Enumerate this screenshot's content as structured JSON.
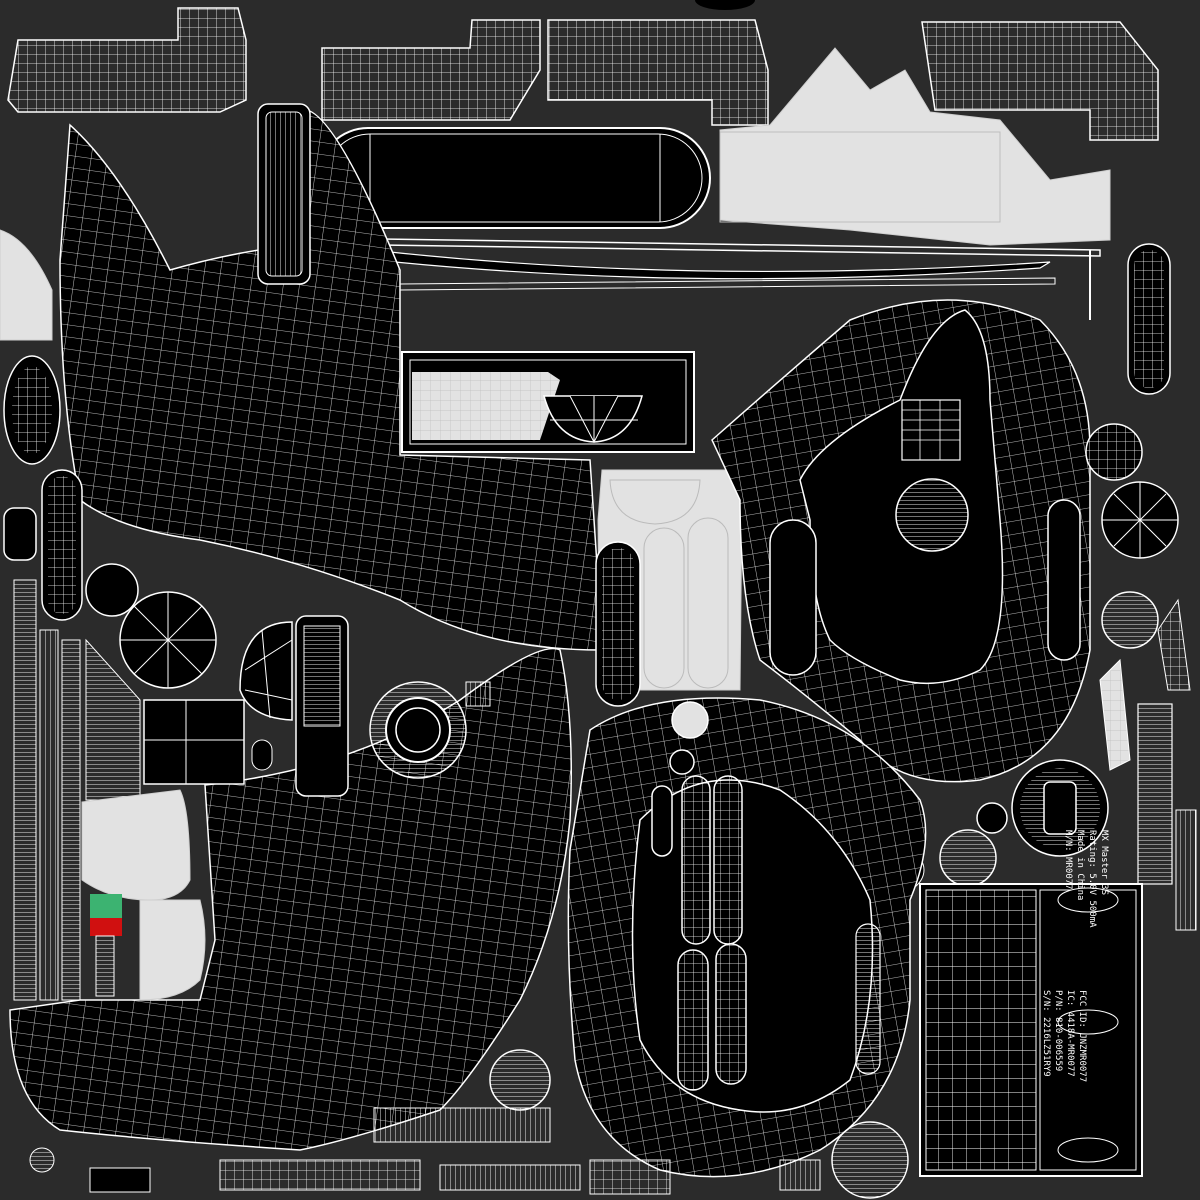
{
  "colors": {
    "background": "#2b2b2b",
    "island_dark": "#000000",
    "wire": "#ffffff",
    "fill_light": "#e2e2e2",
    "accent_green": "#3cb371",
    "accent_red": "#d01010"
  },
  "label_texts": {
    "line1": "MX Master 3S",
    "line2": "Rating: 5.0V 500mA",
    "line3": "Made in China",
    "line4": "M/N: MR0077",
    "line5": "FCC ID: JNZMR0077",
    "line6": "IC: 4418A-MR0077",
    "line7": "P/N: 810-006559",
    "line8": "S/N: 2216LZ51RY9"
  }
}
